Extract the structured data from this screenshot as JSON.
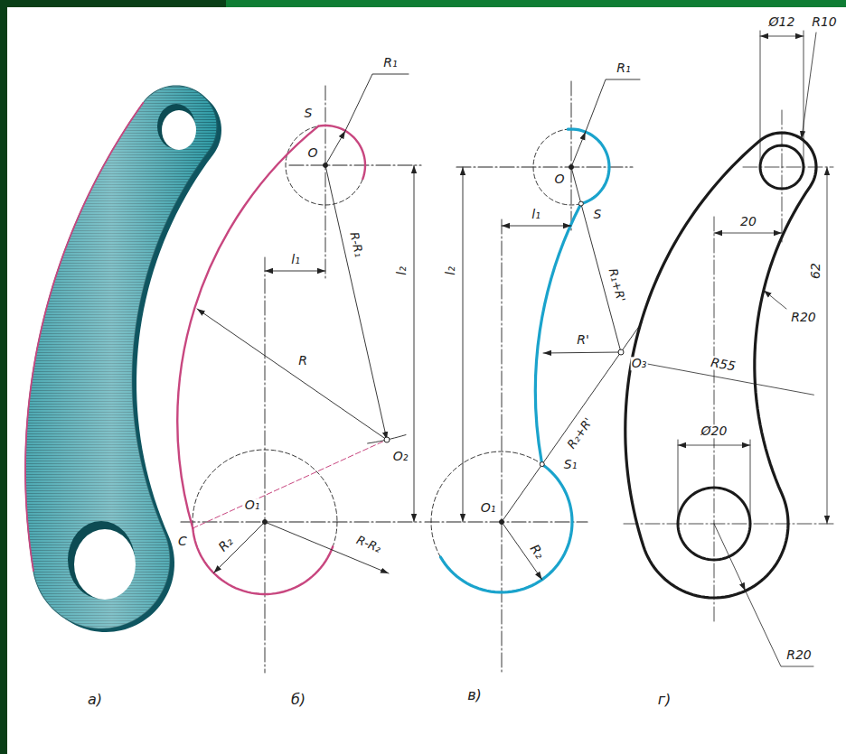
{
  "diagram": {
    "labels": [
      "а)",
      "б)",
      "в)",
      "г)",
      "S",
      "R₁",
      "O",
      "R-R₁",
      "l₁",
      "R",
      "l₂",
      "O₁",
      "O₂",
      "C",
      "R₂",
      "R-R₂",
      "R₁",
      "O",
      "l₁",
      "l₂",
      "S",
      "R₁+R'",
      "R'",
      "O₃",
      "S₁",
      "R₂+R'",
      "O₁",
      "R₂",
      "Ø12",
      "R10",
      "20",
      "62",
      "R20",
      "R55",
      "Ø20",
      "R20"
    ]
  }
}
